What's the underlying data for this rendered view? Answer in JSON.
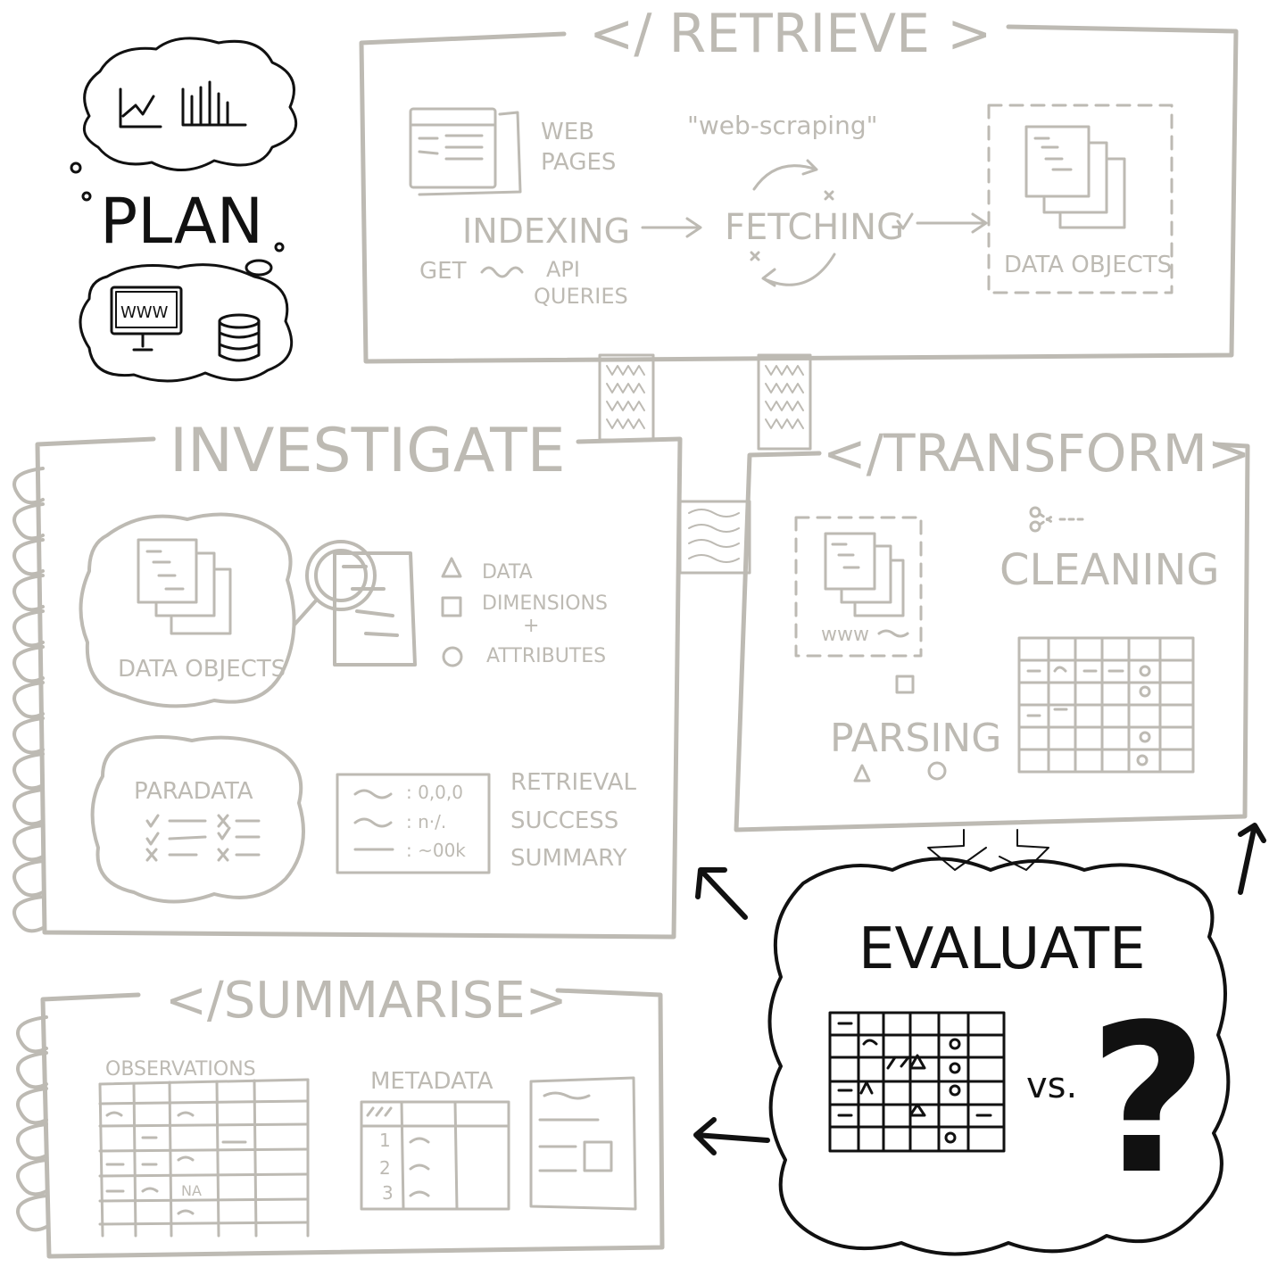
{
  "colors": {
    "ink": "#111111",
    "sketch": "#bdbab3",
    "paper": "#ffffff"
  },
  "plan": {
    "title": "PLAN",
    "screen_text": "WWW"
  },
  "retrieve": {
    "title": "</ RETRIEVE >",
    "web_pages": [
      "WEB",
      "PAGES"
    ],
    "web_scraping": "\"web-scraping\"",
    "indexing": "INDEXING",
    "get": "GET",
    "api_queries": [
      "API",
      "QUERIES"
    ],
    "fetching": "FETCHING",
    "data_objects": "DATA OBJECTS"
  },
  "investigate": {
    "title": "INVESTIGATE",
    "data_objects": "DATA OBJECTS",
    "legend": [
      "DATA",
      "DIMENSIONS",
      "+",
      "ATTRIBUTES"
    ],
    "paradata": "PARADATA",
    "summary_values": [
      ": 0,0,0",
      ": n·/.",
      ": ~00k"
    ],
    "retrieval_summary": [
      "RETRIEVAL",
      "SUCCESS",
      "SUMMARY"
    ]
  },
  "transform": {
    "title": "</TRANSFORM>",
    "www": "www",
    "cleaning": "CLEANING",
    "parsing": "PARSING"
  },
  "evaluate": {
    "title": "EVALUATE",
    "vs": "vs.",
    "question": "?"
  },
  "summarise": {
    "title": "</SUMMARISE>",
    "observations": "OBSERVATIONS",
    "na": "NA",
    "metadata": "METADATA",
    "rows": [
      "1",
      "2",
      "3"
    ]
  }
}
